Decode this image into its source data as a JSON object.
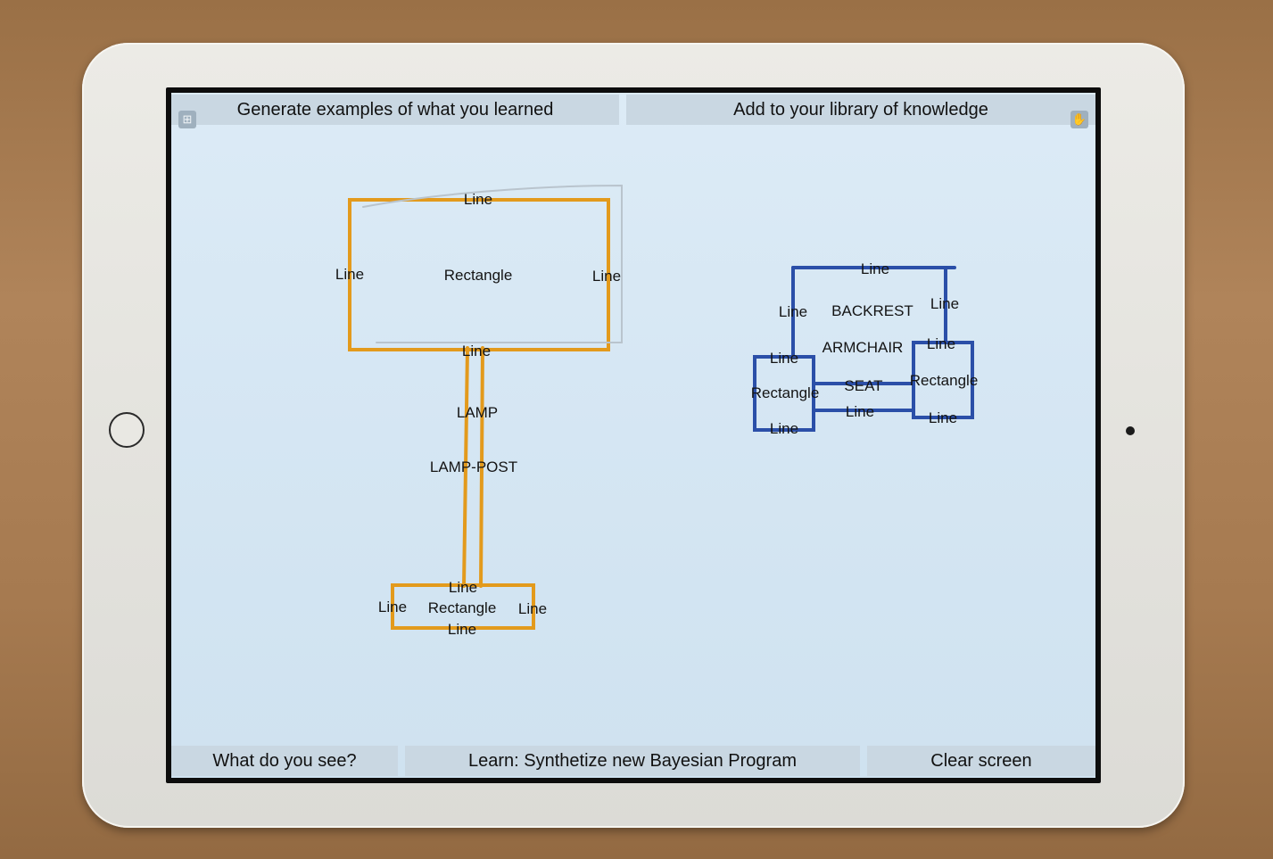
{
  "toolbar": {
    "generate_label": "Generate examples of what you learned",
    "library_label": "Add to your library of knowledge",
    "see_label": "What do you see?",
    "learn_label": "Learn: Synthetize new Bayesian Program",
    "clear_label": "Clear screen"
  },
  "icons": {
    "left": "expand-icon",
    "right": "hand-icon"
  },
  "colors": {
    "lamp": "#e39a1c",
    "armchair": "#2b4fa8"
  },
  "lamp": {
    "top_line": "Line",
    "left_line": "Line",
    "right_line": "Line",
    "rect": "Rectangle",
    "bottom_line": "Line",
    "lamp": "LAMP",
    "post": "LAMP-POST",
    "base_top_line": "Line",
    "base_left_line": "Line",
    "base_rect": "Rectangle",
    "base_right_line": "Line",
    "base_bottom_line": "Line"
  },
  "chair": {
    "top_line": "Line",
    "left_line": "Line",
    "backrest": "BACKREST",
    "right_line": "Line",
    "armchair": "ARMCHAIR",
    "right_arm_line": "Line",
    "left_arm_line": "Line",
    "left_rect": "Rectangle",
    "seat": "SEAT",
    "right_rect": "Rectangle",
    "seat_line": "Line",
    "left_bottom_line": "Line",
    "right_bottom_line": "Line"
  }
}
